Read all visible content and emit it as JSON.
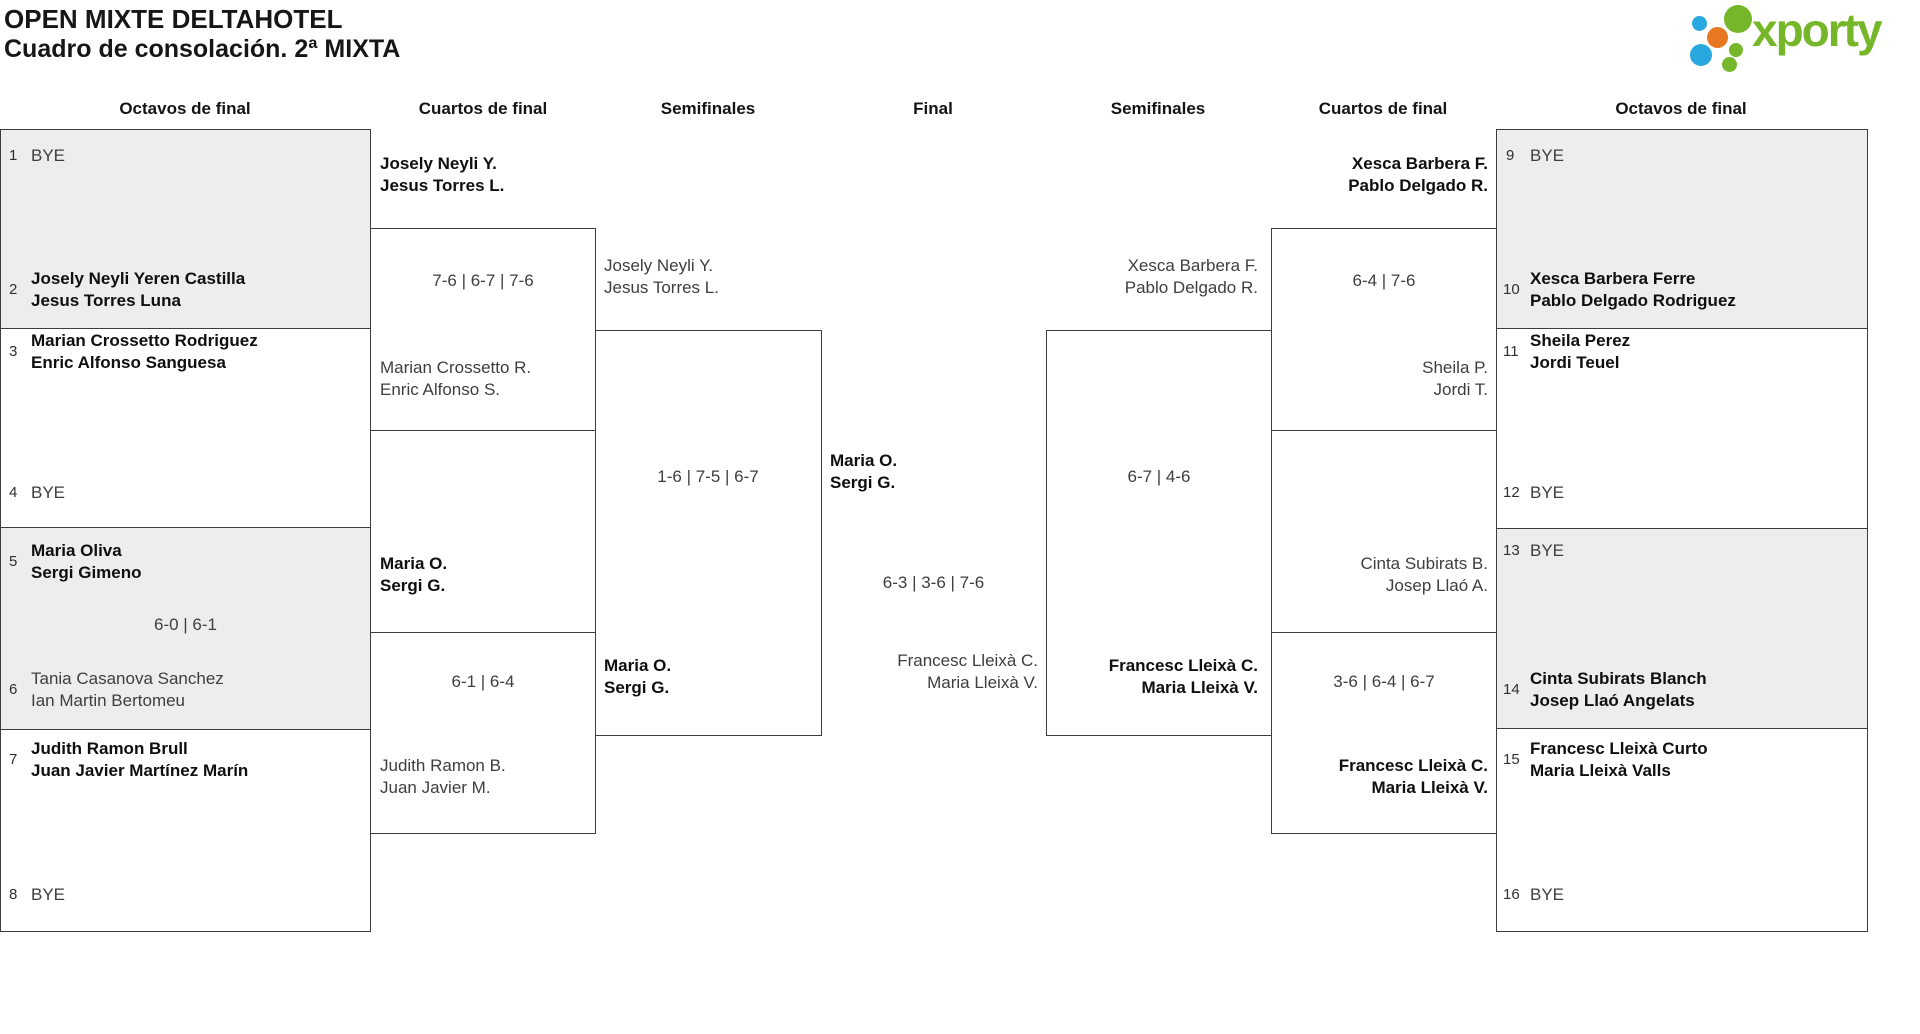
{
  "page": {
    "title": "OPEN MIXTE DELTAHOTEL",
    "subtitle": "Cuadro de consolación. 2ª MIXTA"
  },
  "logo": {
    "brand": "xporty",
    "colors": {
      "green": "#76b729",
      "blue": "#29a8e0",
      "orange": "#e87722"
    }
  },
  "round_headers": [
    "Octavos de final",
    "Cuartos de final",
    "Semifinales",
    "Final",
    "Semifinales",
    "Cuartos de final",
    "Octavos de final"
  ],
  "octavos_left": [
    {
      "seed": "1",
      "line1": "BYE",
      "line2": ""
    },
    {
      "seed": "2",
      "line1": "Josely Neyli Yeren Castilla",
      "line2": "Jesus Torres Luna"
    },
    {
      "seed": "3",
      "line1": "Marian Crossetto Rodriguez",
      "line2": "Enric Alfonso Sanguesa"
    },
    {
      "seed": "4",
      "line1": "BYE",
      "line2": ""
    },
    {
      "seed": "5",
      "line1": "Maria Oliva",
      "line2": "Sergi Gimeno"
    },
    {
      "seed": "6",
      "line1": "Tania Casanova Sanchez",
      "line2": "Ian Martin Bertomeu"
    },
    {
      "seed": "7",
      "line1": "Judith Ramon Brull",
      "line2": "Juan Javier Martínez Marín"
    },
    {
      "seed": "8",
      "line1": "BYE",
      "line2": ""
    }
  ],
  "octavos_right": [
    {
      "seed": "9",
      "line1": "BYE",
      "line2": ""
    },
    {
      "seed": "10",
      "line1": "Xesca Barbera Ferre",
      "line2": "Pablo Delgado Rodriguez"
    },
    {
      "seed": "11",
      "line1": "Sheila Perez",
      "line2": "Jordi Teuel"
    },
    {
      "seed": "12",
      "line1": "BYE",
      "line2": ""
    },
    {
      "seed": "13",
      "line1": "BYE",
      "line2": ""
    },
    {
      "seed": "14",
      "line1": "Cinta Subirats Blanch",
      "line2": "Josep Llaó Angelats"
    },
    {
      "seed": "15",
      "line1": "Francesc Lleixà Curto",
      "line2": "Maria Lleixà Valls"
    },
    {
      "seed": "16",
      "line1": "BYE",
      "line2": ""
    }
  ],
  "octavos_left_score_5_6": "6-0 | 6-1",
  "cuartos_left": [
    {
      "top_line1": "Josely Neyli Y.",
      "top_line2": "Jesus Torres L.",
      "score": "7-6 | 6-7 | 7-6",
      "bottom_line1": "Marian Crossetto R.",
      "bottom_line2": "Enric Alfonso S."
    },
    {
      "top_line1": "Maria O.",
      "top_line2": "Sergi G.",
      "score": "6-1 | 6-4",
      "bottom_line1": "Judith Ramon B.",
      "bottom_line2": "Juan Javier M."
    }
  ],
  "cuartos_right": [
    {
      "top_line1": "Xesca Barbera F.",
      "top_line2": "Pablo Delgado R.",
      "score": "6-4 | 7-6",
      "bottom_line1": "Sheila P.",
      "bottom_line2": "Jordi T."
    },
    {
      "top_line1": "Cinta Subirats B.",
      "top_line2": "Josep Llaó A.",
      "score": "3-6 | 6-4 | 6-7",
      "bottom_line1": "Francesc Lleixà C.",
      "bottom_line2": "Maria Lleixà V."
    }
  ],
  "semifinal_left": {
    "top_line1": "Josely Neyli Y.",
    "top_line2": "Jesus Torres L.",
    "score": "1-6 | 7-5 | 6-7",
    "bottom_line1": "Maria O.",
    "bottom_line2": "Sergi G."
  },
  "semifinal_right": {
    "top_line1": "Xesca Barbera F.",
    "top_line2": "Pablo Delgado R.",
    "score": "6-7 | 4-6",
    "bottom_line1": "Francesc Lleixà C.",
    "bottom_line2": "Maria Lleixà V."
  },
  "final": {
    "winner_line1": "Maria O.",
    "winner_line2": "Sergi G.",
    "score": "6-3 | 3-6 | 7-6",
    "runnerup_line1": "Francesc Lleixà C.",
    "runnerup_line2": "Maria Lleixà V."
  }
}
